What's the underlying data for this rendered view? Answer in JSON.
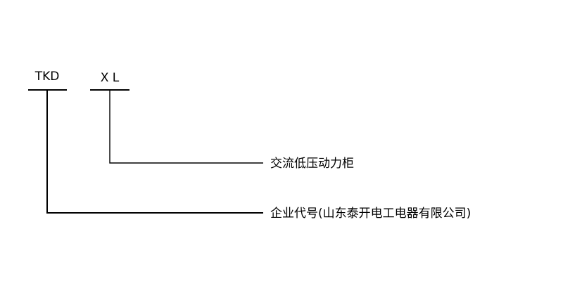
{
  "codes": {
    "series": "TKD",
    "type": "X L"
  },
  "descriptions": {
    "type": "交流低压动力柜",
    "series": "企业代号(山东泰开电工电器有限公司)"
  },
  "colors": {
    "ink": "#000000",
    "background": "#ffffff"
  }
}
